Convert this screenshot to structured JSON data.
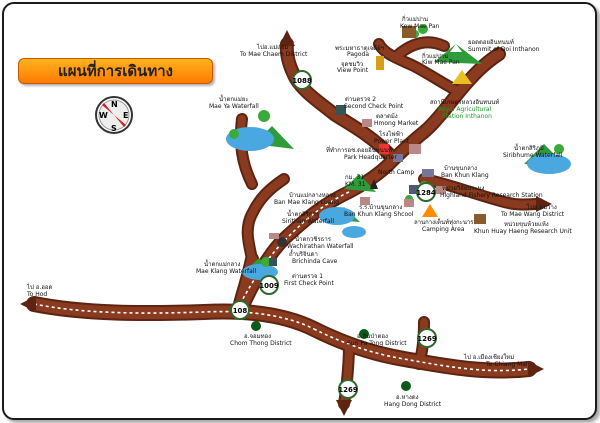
{
  "title": "แผนที่การเดินทาง",
  "compass": {
    "n": "N",
    "s": "S",
    "e": "E",
    "w": "W"
  },
  "labels": {
    "mae_chaem_th": "ไปอ.แม่แจ่ม",
    "mae_chaem_en": "To Mae Chaem District",
    "kew_mae_pan_th": "กิ่วแม่ปาน",
    "kew_mae_pan_en": "Kew Mae Pan",
    "summit_th": "ยอดดอยอินทนนท์",
    "summit_en": "Summit of Doi Inthanon",
    "pagoda_th": "พระมหาธาตุเจดีย์ฯ",
    "pagoda_en": "Pagoda",
    "view_point_th": "จุดชมวิว",
    "view_point_en": "View Point",
    "kiw_mae_pan_th": "กิ่วแม่ปาน",
    "kiw_mae_pan_en": "Kiw Mae Pan",
    "checkpoint2_th": "ด่านตรวจ 2",
    "checkpoint2_en": "Second Check Point",
    "hmong_market_th": "ตลาดม้ง",
    "hmong_market_en": "Hmong Market",
    "royal_station_th": "สถานีเกษตรหลวงอินทนนท์",
    "royal_station_en1": "Royal Agricultural",
    "royal_station_en2": "Station Inthanon",
    "power_plant_th": "โรงไฟฟ้า",
    "power_plant_en": "Power Plant",
    "park_hq_th": "ที่ทำการอช.ดอยอินทนนท์",
    "park_hq_en": "Park Headquarter",
    "mae_ya_th": "น้ำตกแม่ยะ",
    "mae_ya_en": "Mae Ya Waterfall",
    "sirphum_th": "น้ำตกสิริภูมิ",
    "sirphum_en": "Siribhume Waterfall",
    "km31_th": "กม. 31",
    "km31_en": "KM. 31",
    "north_camp": "North Camp",
    "ban_khun_klang_th": "บ้านขุนกลาง",
    "ban_khun_klang_en": "Ban Khun Klang",
    "fishery_th": "หน่วยวิจัยประมง",
    "fishery_en": "Highland Fishery Research Station",
    "to_mae_wang_th": "ไปอ.แม่วาง",
    "to_mae_wang_en": "To Mae Wang District",
    "hae_heang_th": "หน่วยขุนห้วยแห้ง",
    "hae_heang_en": "Khun Huay Haeng Research Unit",
    "ban_mae_klang_luang_th": "บ้านแม่กลางหลวง",
    "ban_mae_klang_luang_en": "Ban Mae Klang Luang",
    "sirithan_th": "น้ำตกสิริธาร",
    "sirithan_en": "Sirithan Waterfall",
    "school_th": "ร.ร.บ้านขุนกลาง",
    "school_en": "Ban Khun Klang Shcool",
    "camping_th": "ลานกางเต็นท์ทุ่งกะนาร",
    "camping_en": "Camping Area",
    "wachirathan_th": "น้ำตกวชิรธาร",
    "wachirathan_en": "Wachirathan Waterfall",
    "brichinda_th": "ถ้ำบริจินดา",
    "brichinda_en": "Brichinda Cave",
    "mae_klang_th": "น้ำตกแม่กลาง",
    "mae_klang_en": "Mae Klang Waterfall",
    "checkpoint1_th": "ด่านตรวจ 1",
    "checkpoint1_en": "First Check Point",
    "to_hod_th": "ไป อ.ฮอด",
    "to_hod_en": "To Hod",
    "chom_thong_th": "อ.จอมทอง",
    "chom_thong_en": "Chom Thong District",
    "sun_pa_tong_th": "อ.สันป่าตอง",
    "sun_pa_tong_en": "Sun Pa Tong District",
    "to_chiang_mai_th": "ไป อ.เมืองเชียงใหม่",
    "to_chiang_mai_en": "To Chiang Mai",
    "hang_dong_th": "อ.หางดง",
    "hang_dong_en": "Hang Dong District"
  },
  "road_numbers": {
    "r1088": "1088",
    "r1284": "1284",
    "r1009": "1009",
    "r108": "108",
    "r1269a": "1269",
    "r1269b": "1269"
  },
  "colors": {
    "road": "#8a3a1e",
    "road_edge": "#5e2412",
    "water": "#4aa8e0",
    "mountain": "#2e9c3a",
    "title_bg": "#ff9a10",
    "district_dot": "#0a5a1a",
    "royal_text": "#1f9a2a"
  }
}
